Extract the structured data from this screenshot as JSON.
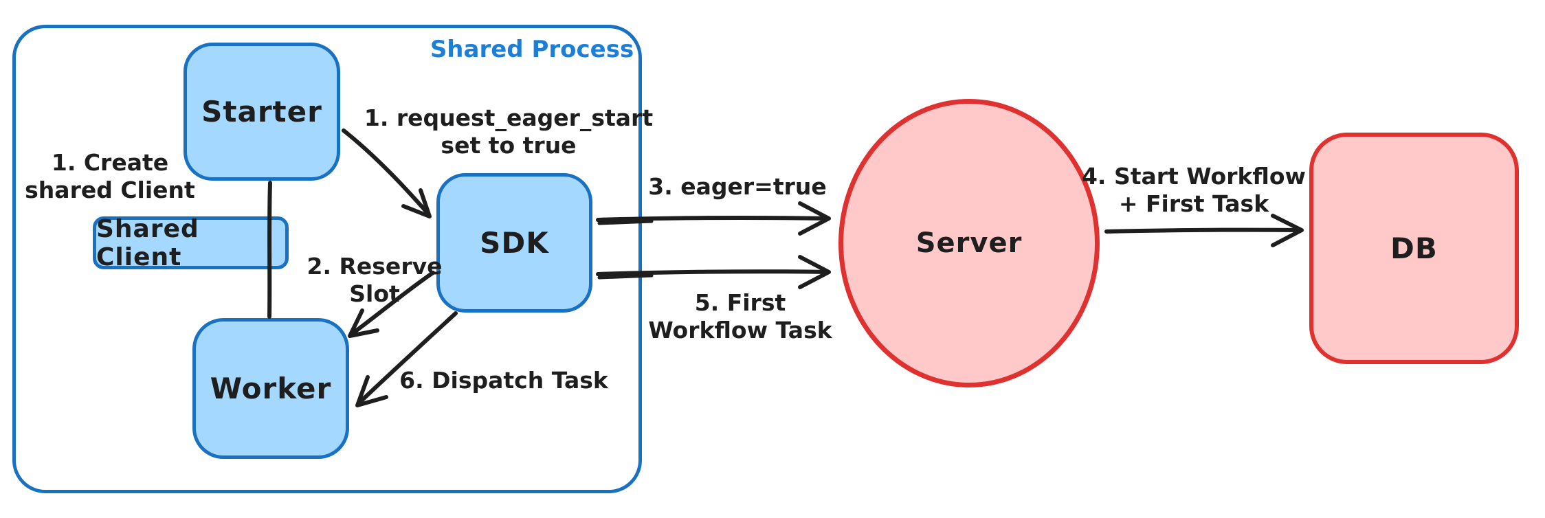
{
  "colors": {
    "ink": "#1e1e1e",
    "blue_border": "#1971c2",
    "blue_fill": "#a5d8ff",
    "blue_title": "#1c7ed6",
    "red_border": "#e03131",
    "red_fill": "#ffc9c9"
  },
  "frame": {
    "title": "Shared Process"
  },
  "nodes": {
    "starter": {
      "label": "Starter"
    },
    "shared_client": {
      "label": "Shared Client"
    },
    "worker": {
      "label": "Worker"
    },
    "sdk": {
      "label": "SDK"
    },
    "server": {
      "label": "Server"
    },
    "db": {
      "label": "DB"
    }
  },
  "annotations": {
    "create_shared_client": {
      "line1": "1. Create",
      "line2": "shared Client"
    },
    "request_eager_start": {
      "line1": "1. request_eager_start",
      "line2": "set to true"
    },
    "reserve_slot": {
      "line1": "2. Reserve",
      "line2": "Slot"
    },
    "eager_true": {
      "text": "3. eager=true"
    },
    "start_workflow": {
      "line1": "4. Start Workflow",
      "line2": "+ First Task"
    },
    "first_workflow_task": {
      "line1": "5. First",
      "line2": "Workflow Task"
    },
    "dispatch_task": {
      "text": "6. Dispatch Task"
    }
  }
}
